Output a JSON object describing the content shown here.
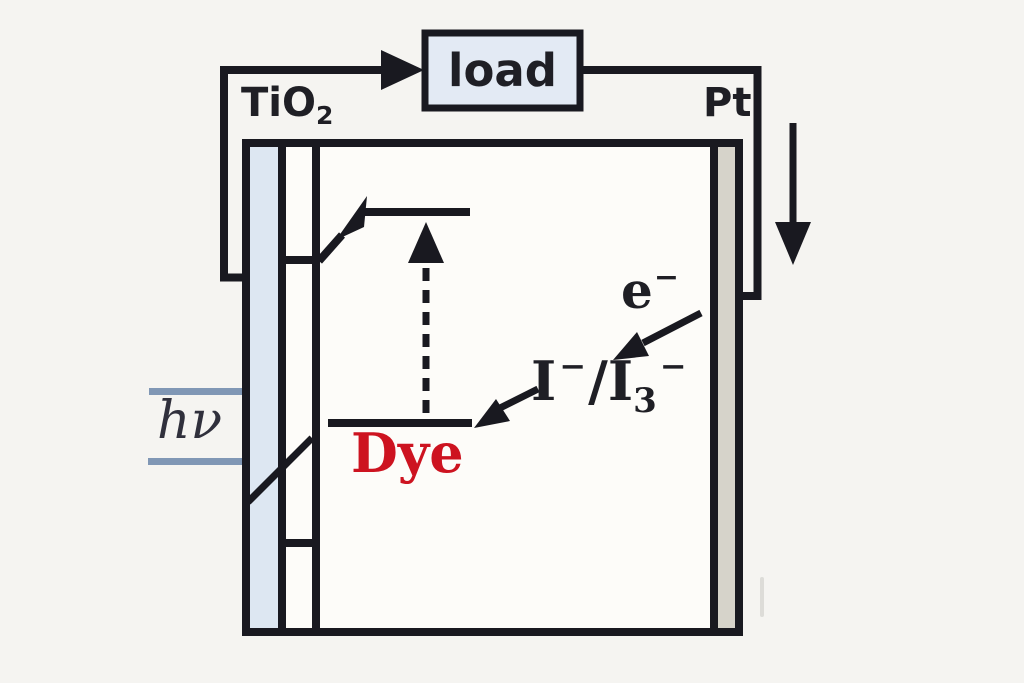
{
  "diagram_type": "dye-sensitized solar cell schematic",
  "labels": {
    "load": "load",
    "tio2": {
      "base": "TiO",
      "sub": "2"
    },
    "pt": "Pt",
    "hv": "hν",
    "dye": "Dye",
    "electron": {
      "base": "e",
      "sup": "−"
    },
    "redox": {
      "i": "I",
      "i_sup": "−",
      "slash": "/",
      "i3": "I",
      "i3_sub": "3",
      "i3_sup": "−"
    }
  },
  "colors": {
    "background": "#f5f4f1",
    "cell_interior": "#fdfcf9",
    "line": "#191920",
    "tio2_layer": "#dde7f2",
    "pt_layer": "#d6d3ca",
    "load_fill": "#e3eaf4",
    "hv_ray": "#8097b5",
    "dye_red": "#cd1320",
    "label_dark": "#1f1f25",
    "hv_text": "#30303c",
    "smudge": "#c9c9c3"
  }
}
